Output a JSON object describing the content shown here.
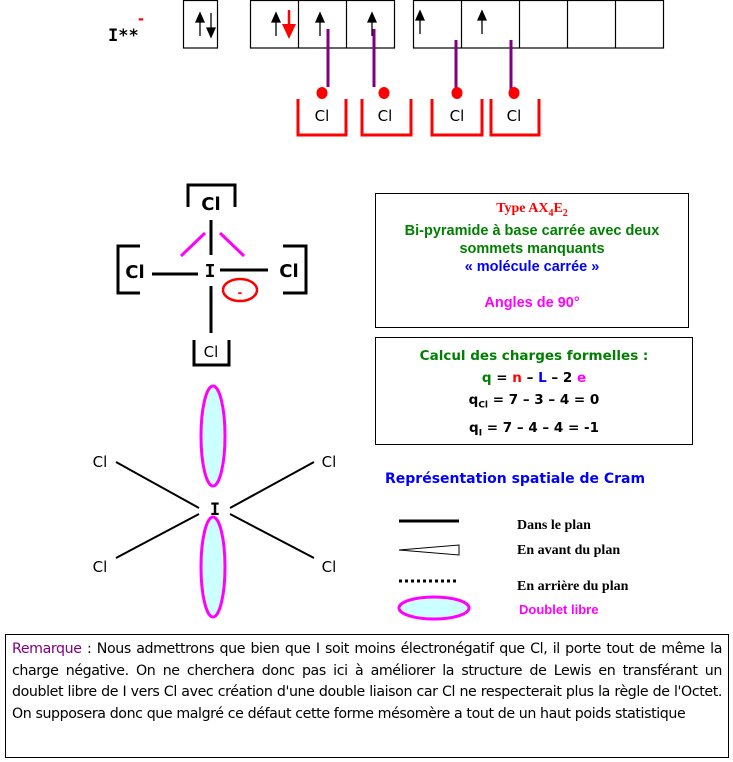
{
  "electron_config": {
    "atom_label": "I**",
    "charge": "-",
    "partner_label": "Cl"
  },
  "lewis": {
    "center": "I",
    "ligand": "Cl",
    "charge": "-"
  },
  "vsepr_box": {
    "type_prefix": "Type AX",
    "type_sub1": "4",
    "type_mid": "E",
    "type_sub2": "2",
    "line1": "Bi-pyramide à base carrée avec deux",
    "line2": "sommets manquants",
    "line3": "« molécule carrée »",
    "angles": "Angles de 90°"
  },
  "charges_box": {
    "title": "Calcul des charges formelles :",
    "formula": {
      "q": "q",
      "eq": "=",
      "n": "n",
      "m1": "–",
      "L": "L",
      "m2": "– 2",
      "e": "e"
    },
    "q_cl": {
      "label": "q",
      "sub": "Cl",
      "expr": "= 7 – 3 – 4 = 0"
    },
    "q_i": {
      "label": "q",
      "sub": "I",
      "expr": "= 7 – 4 – 4 = -1"
    }
  },
  "cram": {
    "center": "I",
    "ligand": "Cl"
  },
  "legend": {
    "title": "Représentation spatiale de Cram",
    "in_plane": "Dans le plan",
    "front": "En avant du plan",
    "behind": "En arrière du plan",
    "lone_pair": "Doublet libre"
  },
  "remark": {
    "label": "Remarque",
    "text": " : Nous admettrons que bien que I soit moins électronégatif que Cl, il porte tout de même la charge négative. On ne cherchera donc pas ici à améliorer la structure de Lewis en transférant un doublet libre de I vers Cl avec création d'une double liaison car Cl ne respecterait plus la règle de l'Octet. On supposera donc que malgré ce défaut cette forme mésomère a tout de un haut poids statistique"
  },
  "colors": {
    "red": "#ff0000",
    "green": "#008000",
    "blue": "#0000ff",
    "magenta": "#ff00ff",
    "purple": "#800080",
    "lone_pair_fill": "#ccffff"
  }
}
